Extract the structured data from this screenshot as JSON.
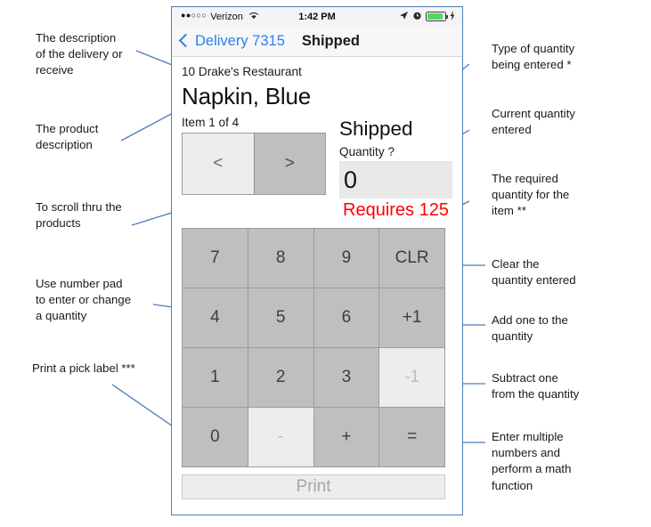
{
  "phone": {
    "status_bar": {
      "signal_dots": "●●○○○",
      "carrier": "Verizon",
      "wifi_icon": "wifi-icon",
      "time": "1:42 PM",
      "location_icon": "location-arrow-icon",
      "alarm_icon": "alarm-clock-icon",
      "battery_icon": "battery-icon",
      "charging_icon": "lightning-bolt-icon"
    },
    "nav_bar": {
      "back_icon": "chevron-left-icon",
      "back_label": "Delivery 7315",
      "title": "Shipped"
    },
    "content": {
      "delivery_name": "10 Drake's Restaurant",
      "product_name": "Napkin, Blue",
      "item_count": "Item 1 of 4",
      "prev_label": "<",
      "next_label": ">",
      "quantity_type": "Shipped",
      "quantity_label": "Quantity ?",
      "quantity_value": "0",
      "requires_text": "Requires 125",
      "requires_color": "#ff0000",
      "print_label": "Print"
    },
    "keypad": [
      {
        "label": "7",
        "name": "key-7",
        "dim": false
      },
      {
        "label": "8",
        "name": "key-8",
        "dim": false
      },
      {
        "label": "9",
        "name": "key-9",
        "dim": false
      },
      {
        "label": "CLR",
        "name": "key-clear",
        "dim": false
      },
      {
        "label": "4",
        "name": "key-4",
        "dim": false
      },
      {
        "label": "5",
        "name": "key-5",
        "dim": false
      },
      {
        "label": "6",
        "name": "key-6",
        "dim": false
      },
      {
        "label": "+1",
        "name": "key-plus-one",
        "dim": false
      },
      {
        "label": "1",
        "name": "key-1",
        "dim": false
      },
      {
        "label": "2",
        "name": "key-2",
        "dim": false
      },
      {
        "label": "3",
        "name": "key-3",
        "dim": false
      },
      {
        "label": "-1",
        "name": "key-minus-one",
        "dim": true
      },
      {
        "label": "0",
        "name": "key-0",
        "dim": false
      },
      {
        "label": "-",
        "name": "key-minus",
        "dim": true
      },
      {
        "label": "+",
        "name": "key-plus",
        "dim": false
      },
      {
        "label": "=",
        "name": "key-equals",
        "dim": false
      }
    ]
  },
  "annotations": {
    "left": [
      {
        "name": "annotation-delivery-description",
        "text": "The description\nof the delivery or\nreceive"
      },
      {
        "name": "annotation-product-description",
        "text": "The product\ndescription"
      },
      {
        "name": "annotation-scroll-products",
        "text": "To scroll thru the\nproducts"
      },
      {
        "name": "annotation-number-pad",
        "text": "Use number pad\nto enter or change\na quantity"
      },
      {
        "name": "annotation-print-pick-label",
        "text": "Print a pick label ***"
      }
    ],
    "right": [
      {
        "name": "annotation-quantity-type",
        "text": "Type of quantity\nbeing entered *"
      },
      {
        "name": "annotation-current-quantity",
        "text": "Current quantity\nentered"
      },
      {
        "name": "annotation-required-quantity",
        "text": "The required\nquantity for the\nitem **"
      },
      {
        "name": "annotation-clear-quantity",
        "text": "Clear the\nquantity entered"
      },
      {
        "name": "annotation-add-one",
        "text": "Add one to the\nquantity"
      },
      {
        "name": "annotation-subtract-one",
        "text": "Subtract one\nfrom the quantity"
      },
      {
        "name": "annotation-math-function",
        "text": "Enter multiple\nnumbers and\nperform a math\nfunction"
      }
    ],
    "leader_color": "#4a7ebb"
  }
}
